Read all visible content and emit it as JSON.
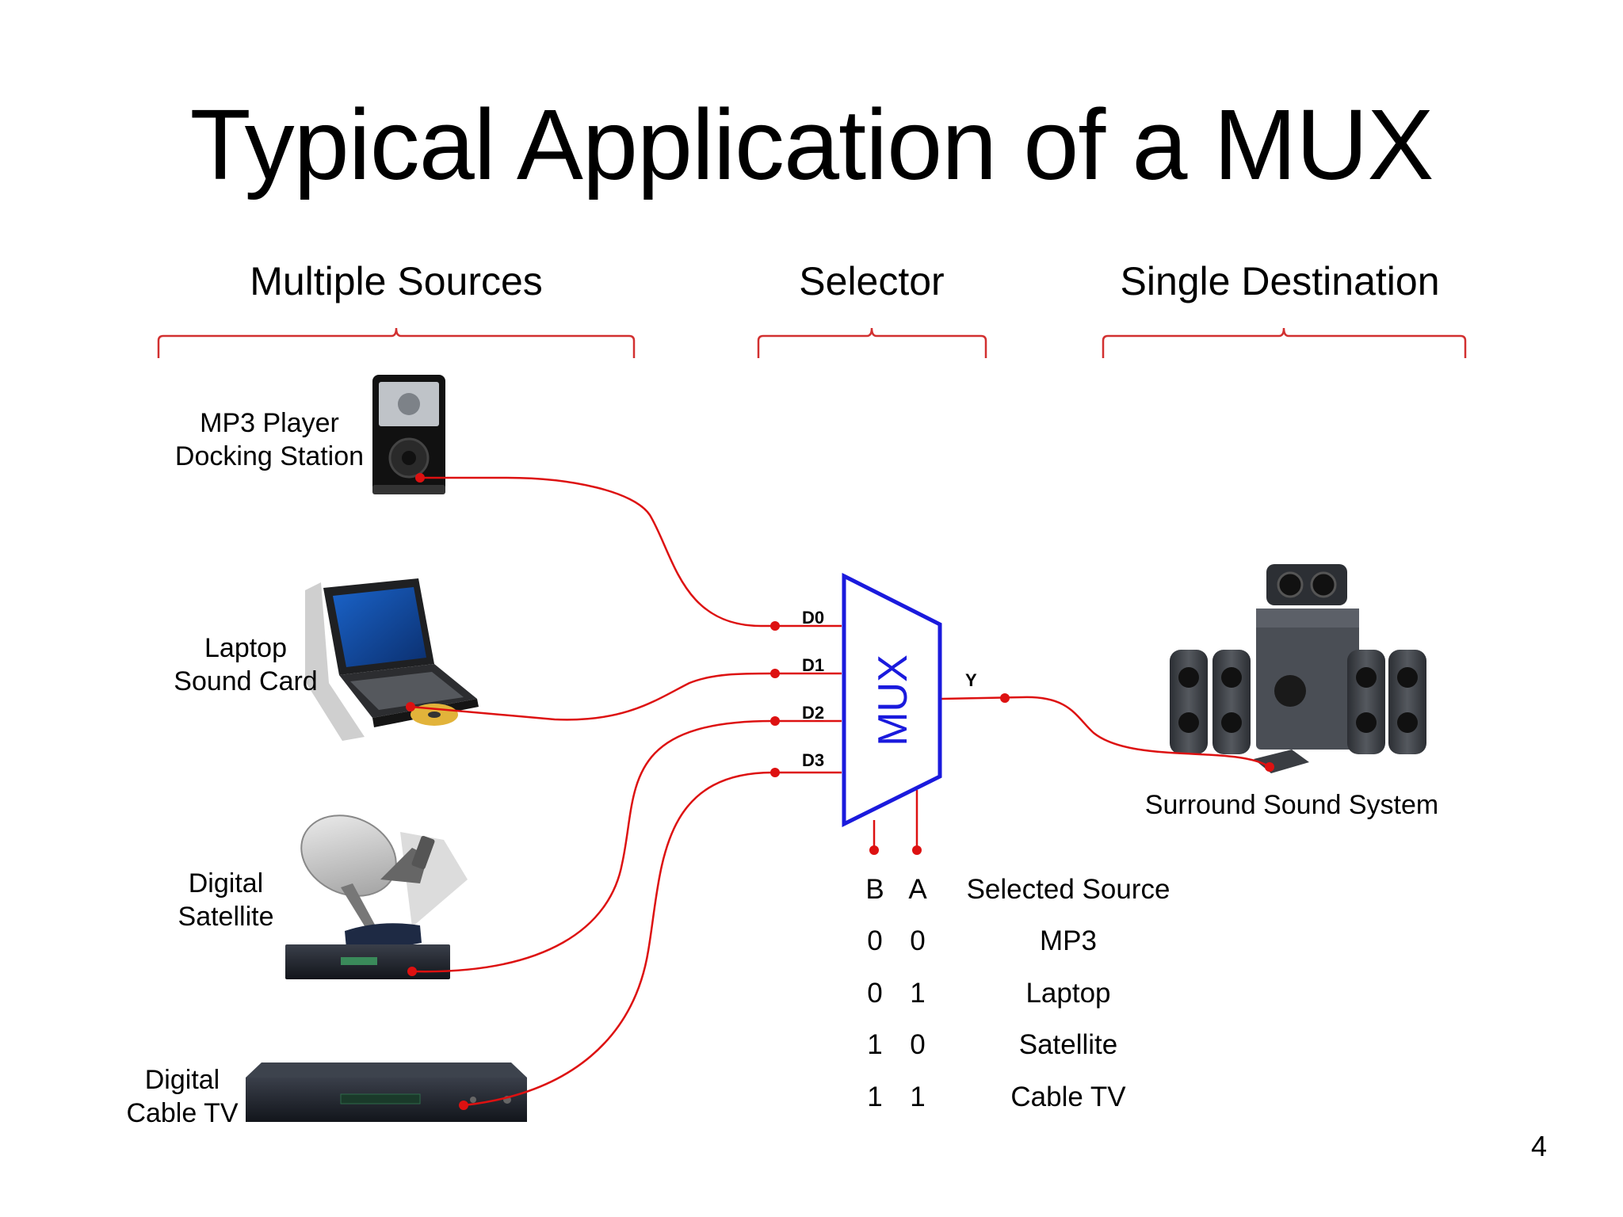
{
  "title": "Typical Application of a MUX",
  "sections": {
    "sources": "Multiple Sources",
    "selector": "Selector",
    "destination": "Single Destination"
  },
  "devices": {
    "mp3": {
      "line1": "MP3 Player",
      "line2": "Docking Station"
    },
    "laptop": {
      "line1": "Laptop",
      "line2": "Sound Card"
    },
    "satellite": {
      "line1": "Digital",
      "line2": "Satellite"
    },
    "cable": {
      "line1": "Digital",
      "line2": "Cable TV"
    },
    "surround": "Surround Sound System"
  },
  "mux": {
    "label": "MUX",
    "inputs": [
      "D0",
      "D1",
      "D2",
      "D3"
    ],
    "output": "Y"
  },
  "table": {
    "headers": [
      "B",
      "A",
      "Selected Source"
    ],
    "rows": [
      [
        "0",
        "0",
        "MP3"
      ],
      [
        "0",
        "1",
        "Laptop"
      ],
      [
        "1",
        "0",
        "Satellite"
      ],
      [
        "1",
        "1",
        "Cable TV"
      ]
    ]
  },
  "page_number": "4",
  "colors": {
    "wire": "#dd1111",
    "mux": "#1a1add",
    "bracket": "#d23030"
  }
}
